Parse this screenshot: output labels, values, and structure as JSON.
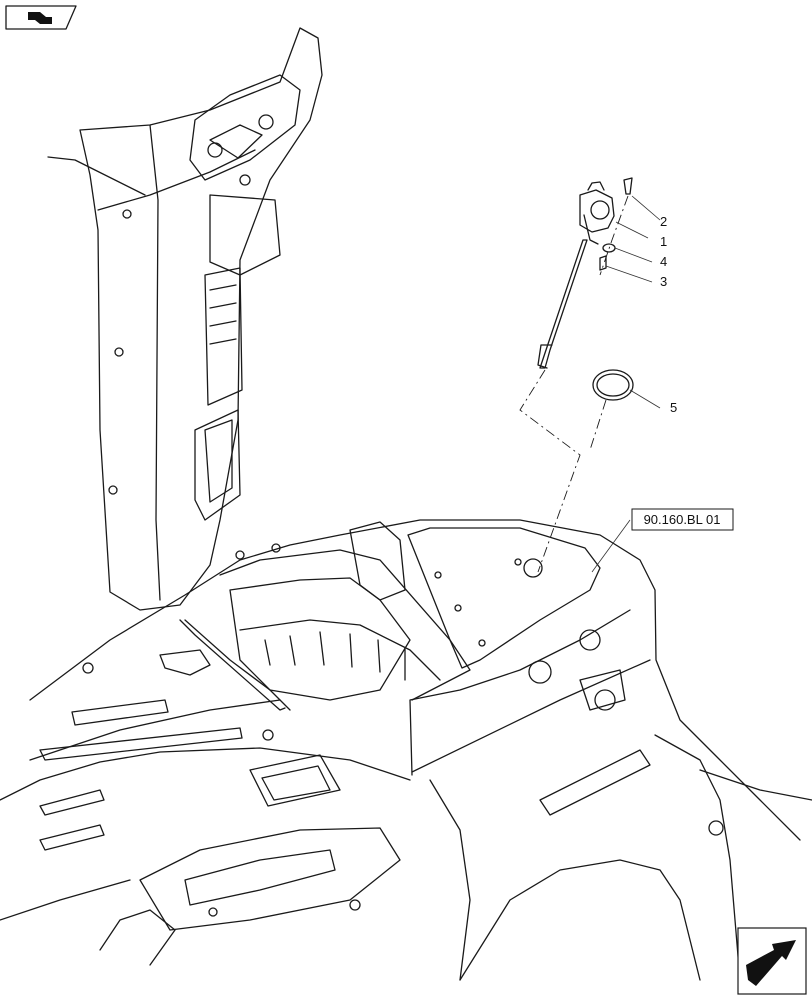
{
  "diagram": {
    "callouts": [
      {
        "id": "c2",
        "label": "2"
      },
      {
        "id": "c1",
        "label": "1"
      },
      {
        "id": "c4",
        "label": "4"
      },
      {
        "id": "c3",
        "label": "3"
      },
      {
        "id": "c5",
        "label": "5"
      }
    ],
    "reference": {
      "label": "90.160.BL 01"
    },
    "icons": {
      "top_left": "parts-catalog-icon",
      "bottom_right": "next-page-arrow-icon"
    }
  }
}
